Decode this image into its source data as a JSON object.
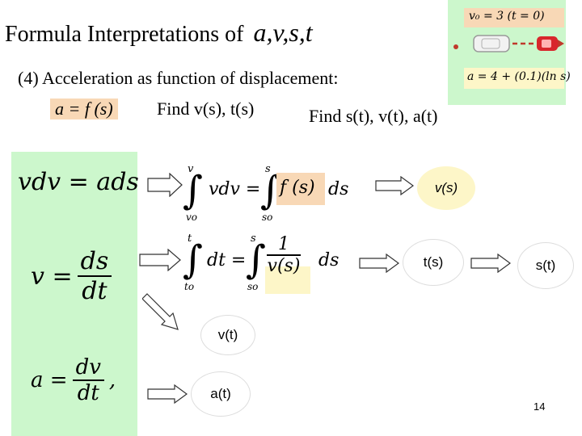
{
  "slide": {
    "title_text": "Formula Interpretations of",
    "title_vars": "a,v,s,t",
    "subtitle": "(4) Acceleration as function of displacement:",
    "given": "a = f (s)",
    "find_1": "Find  v(s), t(s)",
    "find_2": "Find  s(t), v(t), a(t)",
    "page_number": "14"
  },
  "car_panel": {
    "initial_condition": "v₀ = 3   (t = 0)",
    "acceleration": "a = 4 + (0.1)(ln s)"
  },
  "equations": {
    "eq1": "vdv = ads",
    "eq1_int_left_upper": "v",
    "eq1_int_left_lower": "vo",
    "eq1_int_left_body": "vdv =",
    "eq1_int_right_upper": "s",
    "eq1_int_right_lower": "so",
    "eq1_int_right_body": "f (s)",
    "eq1_int_right_ds": "ds",
    "eq2_lhs": "v =",
    "eq2_num": "ds",
    "eq2_den": "dt",
    "eq2_int_left_upper": "t",
    "eq2_int_left_lower": "to",
    "eq2_int_left_body": "dt =",
    "eq2_int_right_upper": "s",
    "eq2_int_right_lower": "so",
    "eq2_frac_num": "1",
    "eq2_frac_den": "v(s)",
    "eq2_ds": "ds",
    "eq3_lhs": "a =",
    "eq3_num": "dv",
    "eq3_den": "dt",
    "eq3_comma": ","
  },
  "results": {
    "vs": "v(s)",
    "ts": "t(s)",
    "st": "s(t)",
    "vt": "v(t)",
    "at": "a(t)"
  },
  "colors": {
    "green_panel": "#ccf7cc",
    "peach_highlight": "#f8d8b6",
    "yellow_highlight": "#fdf6c8",
    "car_red": "#d8262c",
    "arrow_dash": "#c0392b"
  }
}
